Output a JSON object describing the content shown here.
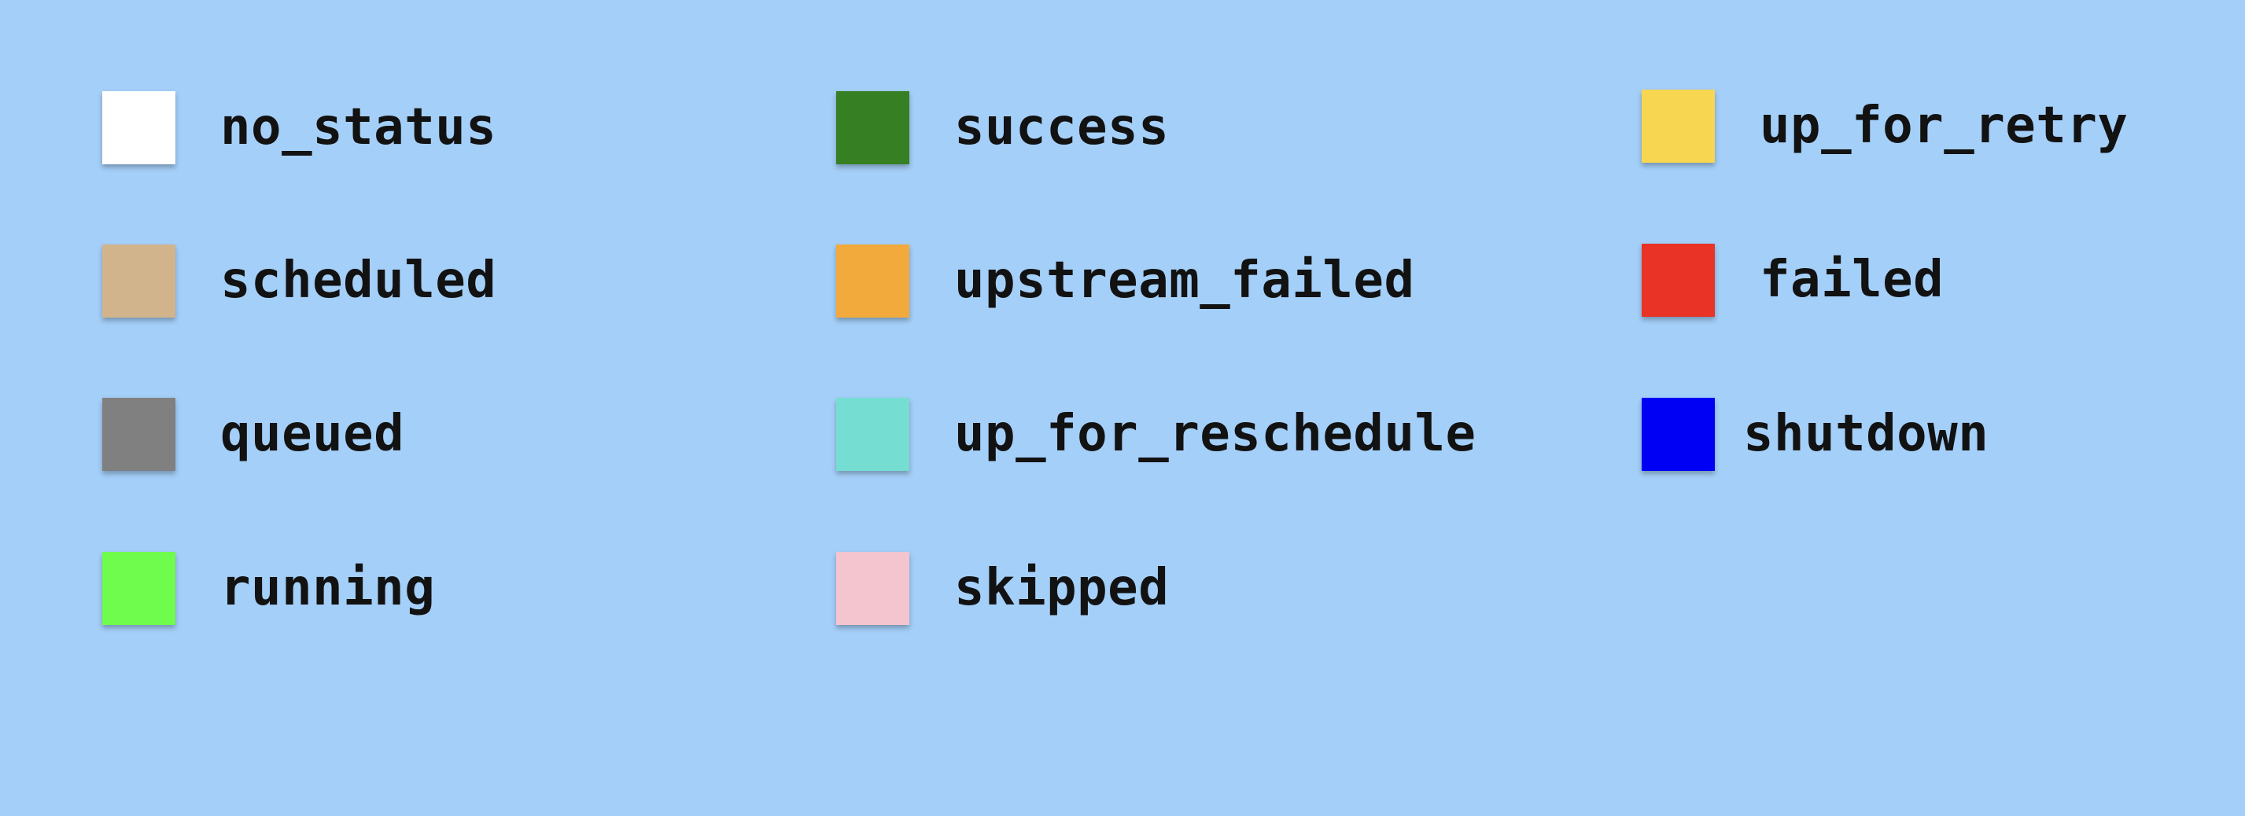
{
  "legend": {
    "items": [
      {
        "label": "no_status",
        "color": "#ffffff"
      },
      {
        "label": "scheduled",
        "color": "#d2b48c"
      },
      {
        "label": "queued",
        "color": "#808080"
      },
      {
        "label": "running",
        "color": "#70fc4d"
      },
      {
        "label": "success",
        "color": "#367f23"
      },
      {
        "label": "upstream_failed",
        "color": "#f2aa3c"
      },
      {
        "label": "up_for_reschedule",
        "color": "#76ddd3"
      },
      {
        "label": "skipped",
        "color": "#f4c4cf"
      },
      {
        "label": "up_for_retry",
        "color": "#f7d651"
      },
      {
        "label": "failed",
        "color": "#e93326"
      },
      {
        "label": "shutdown",
        "color": "#0000f5"
      }
    ]
  }
}
